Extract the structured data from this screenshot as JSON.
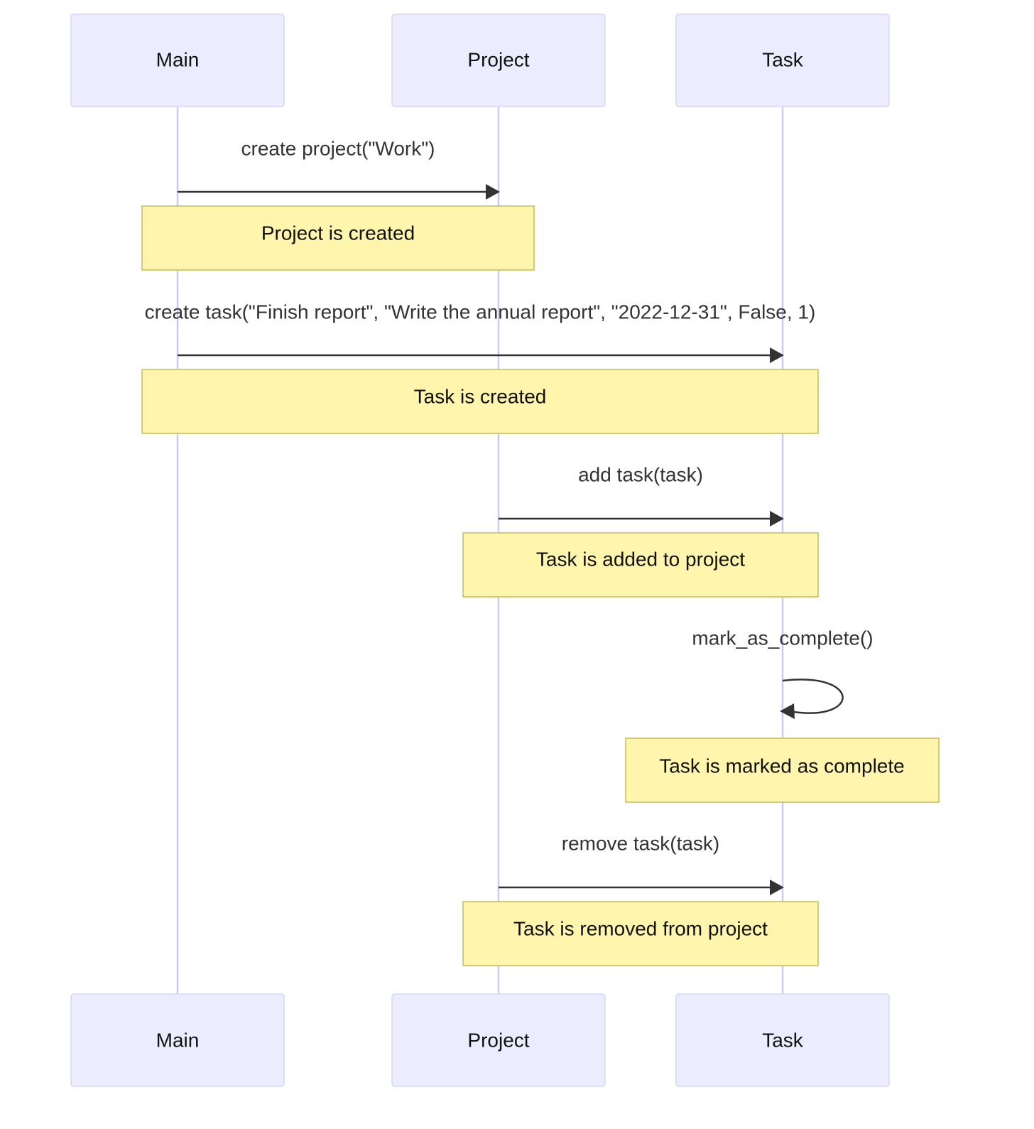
{
  "participants": [
    {
      "id": "main",
      "label": "Main"
    },
    {
      "id": "project",
      "label": "Project"
    },
    {
      "id": "task",
      "label": "Task"
    }
  ],
  "messages": [
    {
      "from": "main",
      "to": "project",
      "label": "create project(\"Work\")",
      "note": "Project is created"
    },
    {
      "from": "main",
      "to": "task",
      "label": "create task(\"Finish report\", \"Write the annual report\", \"2022-12-31\", False, 1)",
      "note": "Task is created"
    },
    {
      "from": "project",
      "to": "task",
      "label": "add task(task)",
      "note": "Task is added to project"
    },
    {
      "from": "task",
      "to": "task",
      "label": "mark_as_complete()",
      "note": "Task is marked as complete"
    },
    {
      "from": "project",
      "to": "task",
      "label": "remove task(task)",
      "note": "Task is removed from project"
    }
  ],
  "colors": {
    "actor_fill": "#ECECFF",
    "lifeline": "#CFC8EE",
    "message": "#333333",
    "note_fill": "#FFF5AD",
    "note_border": "#C7BB5A"
  }
}
